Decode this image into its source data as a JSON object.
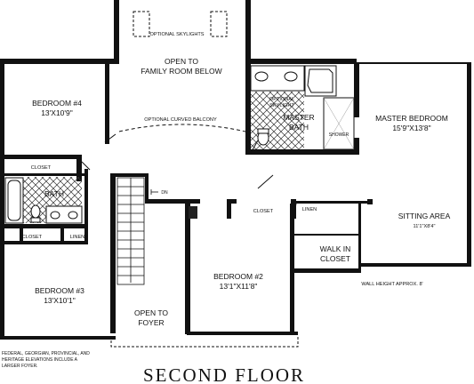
{
  "title": "SECOND FLOOR",
  "rooms": {
    "bedroom4": {
      "name": "BEDROOM #4",
      "size": "13'X10'9\""
    },
    "open_family": {
      "line1": "OPEN TO",
      "line2": "FAMILY ROOM BELOW"
    },
    "optional_skylights": "OPTIONAL SKYLIGHTS",
    "optional_balcony": "OPTIONAL CURVED BALCONY",
    "optional_skylight": {
      "line1": "OPTIONAL",
      "line2": "SKYLIGHT"
    },
    "master_bath": {
      "line1": "MASTER",
      "line2": "BATH"
    },
    "shower": "SHOWER",
    "master_bedroom": {
      "name": "MASTER BEDROOM",
      "size": "15'9\"X13'8\""
    },
    "closet_top_left": "CLOSET",
    "bath": "BATH",
    "dn": "DN",
    "closet_center": "CLOSET",
    "linen_center": "LINEN",
    "sitting_area": {
      "name": "SITTING AREA",
      "size": "11'1\"X8'4\""
    },
    "walk_in_closet": {
      "line1": "WALK IN",
      "line2": "CLOSET"
    },
    "closet_left": "CLOSET",
    "linen_left": "LINEN",
    "bedroom3": {
      "name": "BEDROOM #3",
      "size": "13'X10'1\""
    },
    "bedroom2": {
      "name": "BEDROOM #2",
      "size": "13'1\"X11'8\""
    },
    "wall_height": "WALL HEIGHT APPROX. 8'",
    "open_foyer": {
      "line1": "OPEN TO",
      "line2": "FOYER"
    },
    "footnote": [
      "FEDERAL, GEORGIAN, PROVINCIAL, AND",
      "HERITAGE ELEVATIONS INCLUDE A",
      "LARGER FOYER."
    ]
  }
}
